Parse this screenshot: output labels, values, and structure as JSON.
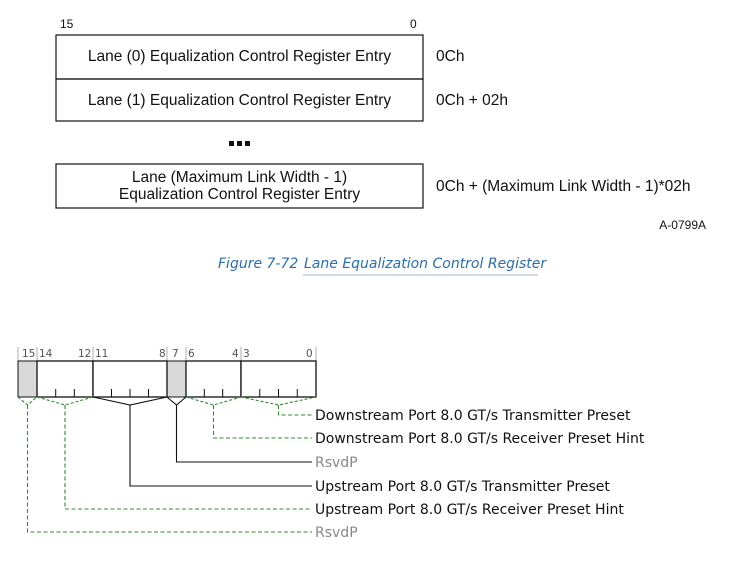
{
  "top_figure": {
    "bit_high": "15",
    "bit_low": "0",
    "rows": [
      {
        "lines": [
          "Lane (0) Equalization Control Register Entry"
        ],
        "offset": "0Ch"
      },
      {
        "lines": [
          "Lane (1) Equalization Control Register Entry"
        ],
        "offset": "0Ch + 02h"
      },
      {
        "lines": [
          "Lane (Maximum Link Width - 1)",
          "Equalization Control Register Entry"
        ],
        "offset": "0Ch + (Maximum Link Width - 1)*02h"
      }
    ],
    "ellipsis": "▪▪▪",
    "figure_id": "A-0799A"
  },
  "caption": {
    "number": "Figure  7-72",
    "title": "Lane Equalization Control Register"
  },
  "register": {
    "bit_labels": [
      "15",
      "14",
      "12",
      "11",
      "8",
      "7",
      "6",
      "4",
      "3",
      "0"
    ],
    "colors": {
      "dashed": "#2e8b2e",
      "solid": "#111111",
      "reserved_fill": "#d9d9d9",
      "reserved_text": "#888888"
    },
    "fields": [
      {
        "label": "Downstream Port 8.0 GT/s Transmitter Preset",
        "bits": "3:0",
        "reserved": false
      },
      {
        "label": "Downstream Port 8.0 GT/s Receiver Preset Hint",
        "bits": "6:4",
        "reserved": false
      },
      {
        "label": "RsvdP",
        "bits": "7",
        "reserved": true
      },
      {
        "label": "Upstream Port 8.0 GT/s Transmitter Preset",
        "bits": "11:8",
        "reserved": false
      },
      {
        "label": "Upstream Port 8.0 GT/s Receiver Preset Hint",
        "bits": "14:12",
        "reserved": false
      },
      {
        "label": "RsvdP",
        "bits": "15",
        "reserved": true
      }
    ]
  }
}
